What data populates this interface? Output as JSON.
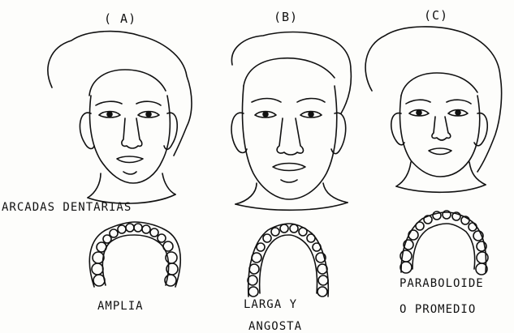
{
  "panels": [
    {
      "id": "a",
      "letter": "( A)",
      "arch_label": [
        "AMPLIA"
      ]
    },
    {
      "id": "b",
      "letter": "(B)",
      "arch_label": [
        "LARGA Y",
        "ANGOSTA"
      ]
    },
    {
      "id": "c",
      "letter": "(C)",
      "arch_label": [
        "PARABOLOIDE",
        "O PROMEDIO"
      ]
    }
  ],
  "section_label": "ARCADAS DENTARIAS"
}
